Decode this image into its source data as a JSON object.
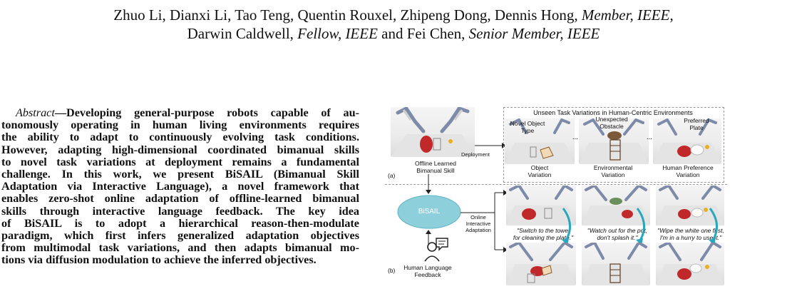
{
  "authors": {
    "line1_plain": "Zhuo Li, Dianxi Li, Tao Teng, Quentin Rouxel, Zhipeng Dong, Dennis Hong,",
    "line1_role": "Member, IEEE",
    "line1_tail": ",",
    "line2_a": "Darwin Caldwell,",
    "line2_role_a": "Fellow, IEEE",
    "line2_b": "and Fei Chen,",
    "line2_role_b": "Senior Member, IEEE"
  },
  "abstract": {
    "lead": "Abstract",
    "lines": [
      "—Developing general-purpose robots capable of au-",
      "tonomously operating in human living environments requires",
      "the ability to adapt to continuously evolving task conditions.",
      "However, adapting high-dimensional coordinated bimanual skills",
      "to novel task variations at deployment remains a fundamental",
      "challenge. In this work, we present BiSAIL (Bimanual Skill",
      "Adaptation via Interactive Language), a novel framework that",
      "enables zero-shot online adaptation of offline-learned bimanual",
      "skills through interactive language feedback. The key idea",
      "of BiSAIL is to adopt a hierarchical reason-then-modulate",
      "paradigm, which first infers generalized adaptation objectives",
      "from multimodal task variations, and then adapts bimanual mo-",
      "tions via diffusion modulation to achieve the inferred objectives."
    ]
  },
  "figure": {
    "panel_a_label": "(a)",
    "panel_b_label": "(b)",
    "offline_label_1": "Offline Learned",
    "offline_label_2": "Bimanual Skill",
    "deployment_label": "Deployment",
    "unseen_title": "Unseen Task Variations in Human-Centric Environments",
    "novel_object_1": "Novel Object",
    "novel_object_2": "Type",
    "unexpected_1": "Unexpected",
    "unexpected_2": "Obstacle",
    "preferred_1": "Preferred",
    "preferred_2": "Plate",
    "object_var_1": "Object",
    "object_var_2": "Variation",
    "env_var_1": "Environmental",
    "env_var_2": "Variation",
    "human_var_1": "Human Preference",
    "human_var_2": "Variation",
    "ellipsis_1": "...",
    "ellipsis_2": "...",
    "bisail": "BiSAIL",
    "online_1": "Online",
    "online_2": "Interactive",
    "online_3": "Adaptation",
    "human_lang_1": "Human Language",
    "human_lang_2": "Feedback",
    "quote_1a": "\"Switch to the towel",
    "quote_1b": "for cleaning the plate.\"",
    "quote_2a": "\"Watch out for the pot,",
    "quote_2b": "don't splash it.\"",
    "quote_3a": "\"Wipe the white one first,",
    "quote_3b": "I'm in a hurry to use it.\"",
    "colors": {
      "bisail_fill": "#8ecfdc",
      "bisail_stroke": "#5fb3c4",
      "curve_arrow": "#29a7bf",
      "plate_red": "#c0282a",
      "robot_arm": "#7d8aa8"
    }
  }
}
